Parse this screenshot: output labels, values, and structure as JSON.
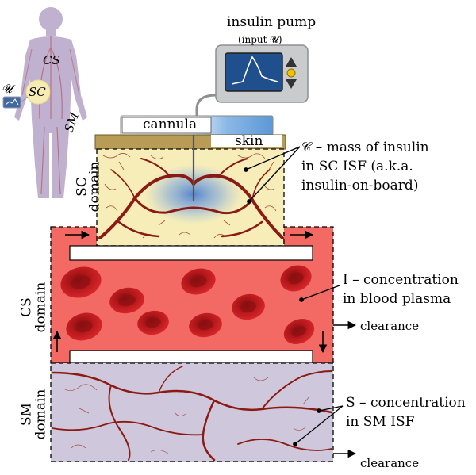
{
  "pump": {
    "title": "insulin pump",
    "input_note": "(input 𝓤)"
  },
  "subcutis": {
    "cannula": "cannula",
    "skin": "skin",
    "domain_word": "SC",
    "domain_sub": "domain"
  },
  "body_figure": {
    "cs": "CS",
    "sc": "SC",
    "sm": "SM",
    "u": "𝓤"
  },
  "annotations": {
    "c_line1": "𝒞 – mass of insulin",
    "c_line2": "in SC ISF (a.k.a.",
    "c_line3": "insulin-on-board)",
    "i_line1": "I – concentration",
    "i_line2": "in blood plasma",
    "s_line1": "S – concentration",
    "s_line2": "in SM ISF"
  },
  "cs_domain": {
    "word": "CS",
    "sub": "domain",
    "clearance": "clearance"
  },
  "sm_domain": {
    "word": "SM",
    "sub": "domain",
    "clearance": "clearance"
  },
  "colors": {
    "blood": "#f36a64",
    "sc_tissue": "#f7edb8",
    "sm_tissue": "#cfc8dc",
    "vessel": "#8b1a12",
    "skin": "#b89b55",
    "cannula_blue": "#6ea7dd",
    "pump_body": "#c9cbcd",
    "pump_screen": "#1f4f8c",
    "pump_button": "#f2c200",
    "body_silhouette": "#b7a4c8"
  }
}
